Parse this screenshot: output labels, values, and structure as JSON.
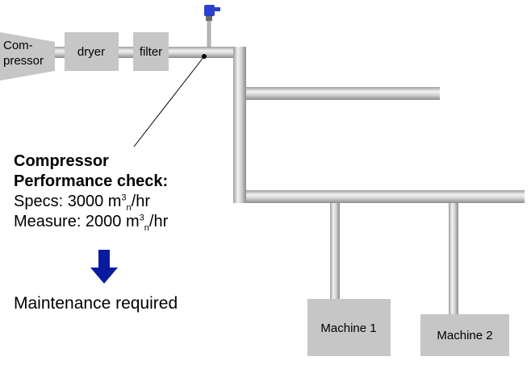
{
  "units": {
    "cubic": "3",
    "normal": "n",
    "rate_suffix": "/hr",
    "volume": "m"
  },
  "components": {
    "compressor_line1": "Com-",
    "compressor_line2": "pressor",
    "dryer": "dryer",
    "filter": "filter",
    "machine1": "Machine 1",
    "machine2": "Machine 2"
  },
  "info": {
    "title_line1": "Compressor",
    "title_line2": "Performance check:",
    "specs_label": "Specs: 3000 ",
    "measure_label": "Measure: 2000 ",
    "result": "Maintenance required"
  },
  "colors": {
    "pipe": "#c8c8c8",
    "box": "#c6c6c6",
    "arrow": "#0a1aa0",
    "sensor": "#2a3fd0"
  },
  "icons": {
    "arrow": "down-arrow-icon",
    "sensor": "flow-sensor-icon"
  }
}
